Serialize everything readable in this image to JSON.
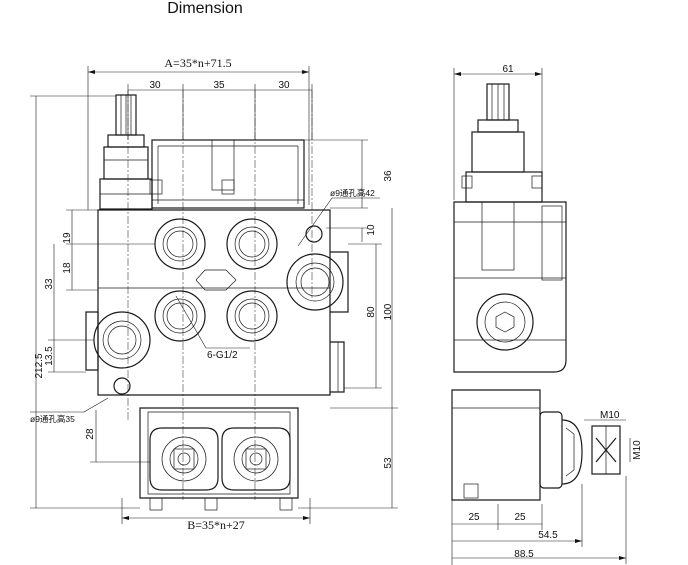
{
  "title": "Dimension",
  "front_view": {
    "width_formula": "A=35*n+71.5",
    "base_formula": "B=35*n+27",
    "top_spacings": [
      "30",
      "35",
      "30"
    ],
    "port_label": "6-G1/2",
    "hole_top": "ø9通孔高42",
    "hole_bottom": "ø9通孔高35",
    "overall_height": "212.5",
    "left_dims": [
      "19",
      "18",
      "33",
      "13.5",
      "28"
    ],
    "right_dims": [
      "36",
      "10",
      "80",
      "100",
      "53"
    ]
  },
  "side_view": {
    "top_width": "61",
    "thread_top": "M10",
    "thread_right": "M10",
    "bottom_dims": [
      "25",
      "25"
    ],
    "dim_mid": "54.5",
    "dim_total": "88.5"
  }
}
